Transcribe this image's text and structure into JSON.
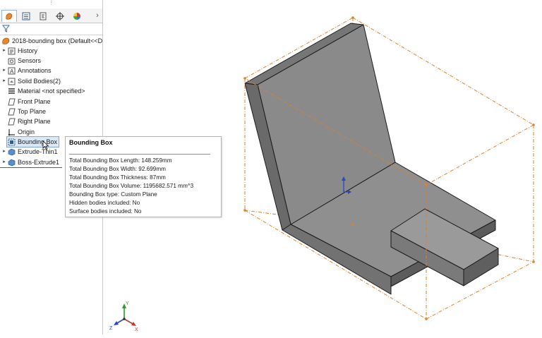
{
  "tree": {
    "root": "2018-bounding box  (Default<<D",
    "items": [
      {
        "label": "History",
        "icon": "history-icon",
        "arrow": true
      },
      {
        "label": "Sensors",
        "icon": "sensors-icon",
        "arrow": false
      },
      {
        "label": "Annotations",
        "icon": "annotations-icon",
        "arrow": true
      },
      {
        "label": "Solid Bodies(2)",
        "icon": "solid-bodies-icon",
        "arrow": true
      },
      {
        "label": "Material <not specified>",
        "icon": "material-icon",
        "arrow": false
      },
      {
        "label": "Front Plane",
        "icon": "plane-icon",
        "arrow": false
      },
      {
        "label": "Top Plane",
        "icon": "plane-icon",
        "arrow": false
      },
      {
        "label": "Right Plane",
        "icon": "plane-icon",
        "arrow": false
      },
      {
        "label": "Origin",
        "icon": "origin-icon",
        "arrow": false
      },
      {
        "label": "Bounding Box",
        "icon": "bounding-box-icon",
        "arrow": false
      },
      {
        "label": "Extrude-Thin1",
        "icon": "extrude-icon",
        "arrow": true
      },
      {
        "label": "Boss-Extrude1",
        "icon": "extrude-icon",
        "arrow": true
      }
    ]
  },
  "tooltip": {
    "title": "Bounding Box",
    "lines": [
      "Total Bounding Box Length: 148.259mm",
      "Total Bounding Box Width: 92.699mm",
      "Total Bounding Box Thickness: 87mm",
      "Total Bounding Box Volume: 1195682.571 mm^3",
      "Bounding Box type: Custom Plane",
      "Hidden bodies included: No",
      "Surface bodies included: No"
    ]
  },
  "triad": {
    "x": "X",
    "y": "Y",
    "z": "Z"
  },
  "colors": {
    "face_top": "#8f8f8f",
    "face_front": "#6c6c6c",
    "face_side": "#5c5c5c",
    "bbox_line": "#d9822b",
    "selection": "#dbe9f6"
  }
}
